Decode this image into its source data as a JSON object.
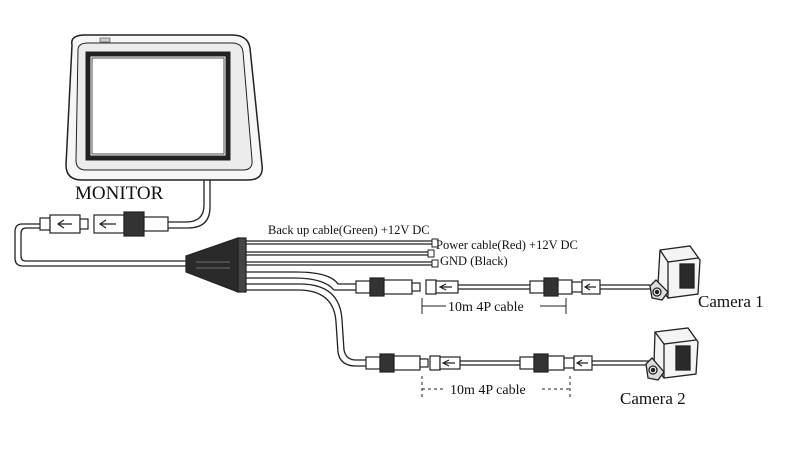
{
  "labels": {
    "monitor": "MONITOR",
    "backup_cable": "Back up cable(Green)  +12V DC",
    "power_cable": "Power cable(Red)  +12V DC",
    "gnd": "GND (Black)",
    "cable_1": "10m 4P cable",
    "cable_2": "10m 4P cable",
    "camera_1": "Camera 1",
    "camera_2": "Camera 2"
  },
  "colors": {
    "line": "#222222",
    "screen_fill": "#ffffff",
    "body_fill": "#f4f4f4"
  }
}
